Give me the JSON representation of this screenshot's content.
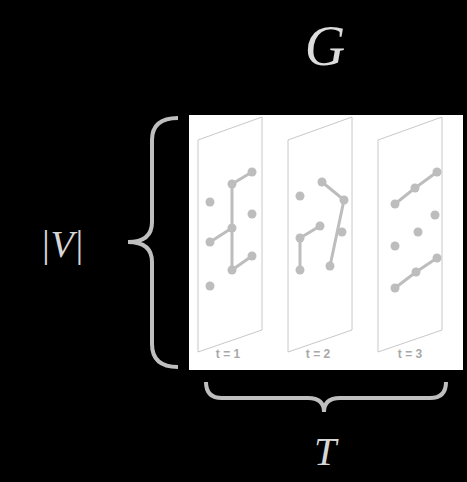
{
  "diagram": {
    "title": "G",
    "labels": [
      "|V|",
      "t = 1",
      "t = 2",
      "t = 3",
      "T"
    ]
  }
}
